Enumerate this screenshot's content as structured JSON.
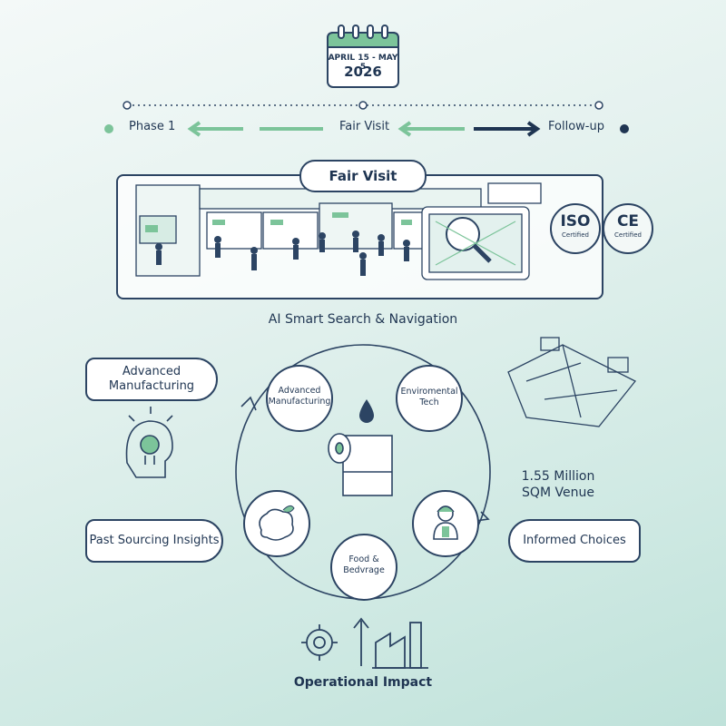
{
  "calendar": {
    "line1": "APRIL 15 - MAY 5",
    "line2": "2026"
  },
  "timeline": {
    "phase1": "Phase 1",
    "visit": "Fair Visit",
    "followup": "Follow-up"
  },
  "fair": {
    "title": "Fair Visit",
    "badges": [
      {
        "big": "ISO",
        "small": "Certified"
      },
      {
        "big": "CE",
        "small": "Certified"
      }
    ],
    "caption": "AI Smart Search & Navigation"
  },
  "cycle": {
    "nodes": [
      {
        "label": "Advanced Manufacturing"
      },
      {
        "label": "Enviromental Tech"
      },
      {
        "label": "Food & Bedvrage"
      }
    ]
  },
  "tags": {
    "advanced": "Advanced Manufacturing",
    "past": "Past Sourcing Insights",
    "informed": "Informed Choices"
  },
  "venue": "1.55 Million SQM Venue",
  "impact": "Operational Impact",
  "colors": {
    "navy": "#1f3552",
    "green": "#7cc49a",
    "accent_light": "#cfe9e3"
  }
}
